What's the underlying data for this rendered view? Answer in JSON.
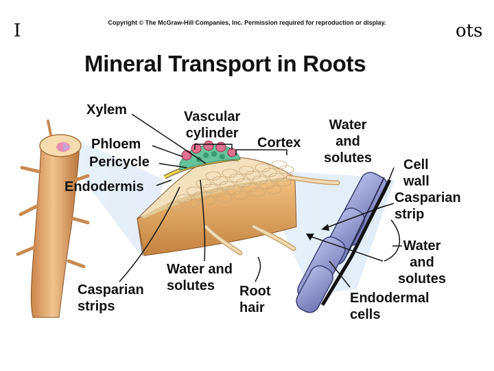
{
  "header": {
    "copyright": "Copyright © The McGraw-Hill Companies, Inc. Permission required for reproduction or display.",
    "title": "Mineral Transport in Roots",
    "underlying_title_left_fragment": "I",
    "underlying_title_right_fragment": "ots"
  },
  "labels": {
    "xylem": "Xylem",
    "phloem": "Phloem",
    "pericycle": "Pericycle",
    "endodermis": "Endodermis",
    "vascular_cylinder": "Vascular\ncylinder",
    "cortex": "Cortex",
    "water_solutes_top": "Water\nand\nsolutes",
    "cell_wall": "Cell\nwall",
    "casparian_strip": "Casparian\nstrip",
    "water_solutes_right": "Water\nand\nsolutes",
    "endodermal_cells": "Endodermal\ncells",
    "water_solutes_bottom": "Water and\nsolutes",
    "root_hair": "Root\nhair",
    "casparian_strips": "Casparian\nstrips"
  },
  "colors": {
    "root_tan": "#e8b27a",
    "root_dark": "#b8743e",
    "cortex_cells": "#f4dfb8",
    "xylem_pink": "#e2708f",
    "phloem_green": "#4fb98f",
    "endodermis_yellow": "#f1d44a",
    "endodermal_blue": "#8e95cc",
    "wedge_highlight": "#cfe3f5"
  }
}
